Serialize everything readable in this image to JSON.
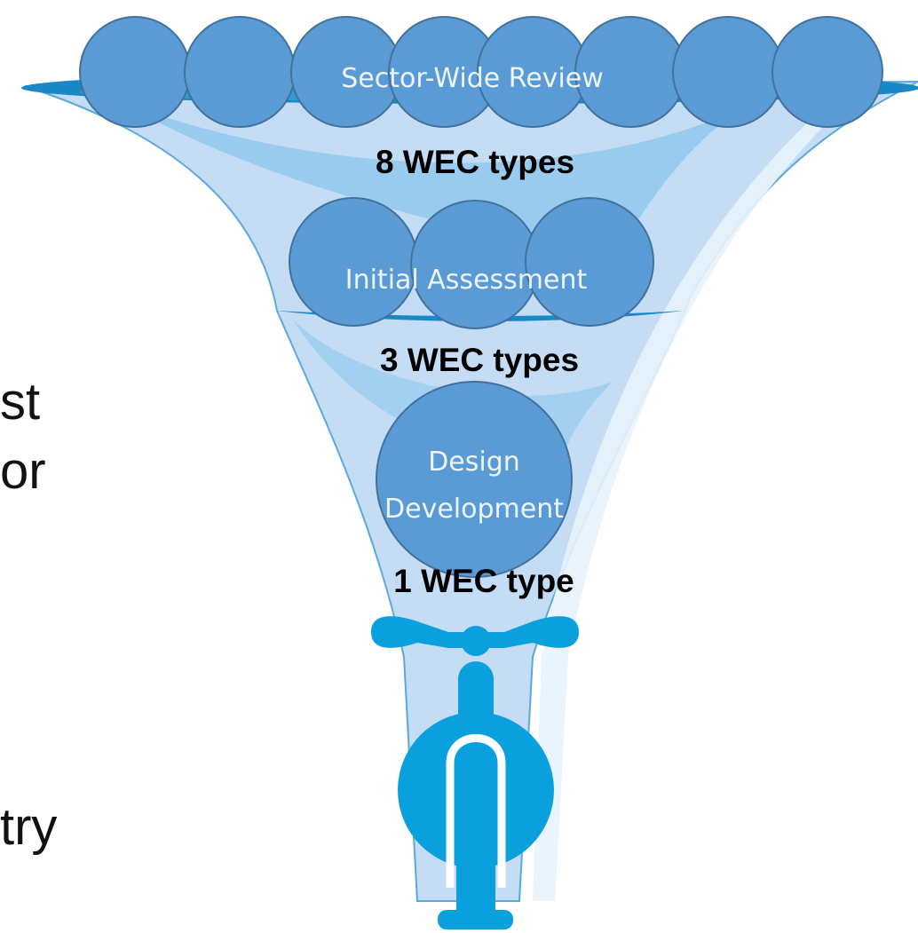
{
  "colors": {
    "funnel_light": "#c4ddf4",
    "funnel_mid": "#89c4ec",
    "funnel_rim": "#1a88c6",
    "ball_fill": "#5b9bd5",
    "ball_stroke": "#41719c",
    "tap": "#0aa0dd"
  },
  "partial_text": {
    "line1": "st",
    "line2": "or",
    "line3": "try"
  },
  "stages": [
    {
      "label": "Sector-Wide Review",
      "count": "8 WEC types"
    },
    {
      "label": "Initial Assessment",
      "count": "3 WEC types"
    },
    {
      "label_line1": "Design",
      "label_line2": "Development",
      "count": "1 WEC type"
    }
  ],
  "icons": {
    "funnel": "funnel-icon",
    "tap": "tap-valve-icon"
  }
}
